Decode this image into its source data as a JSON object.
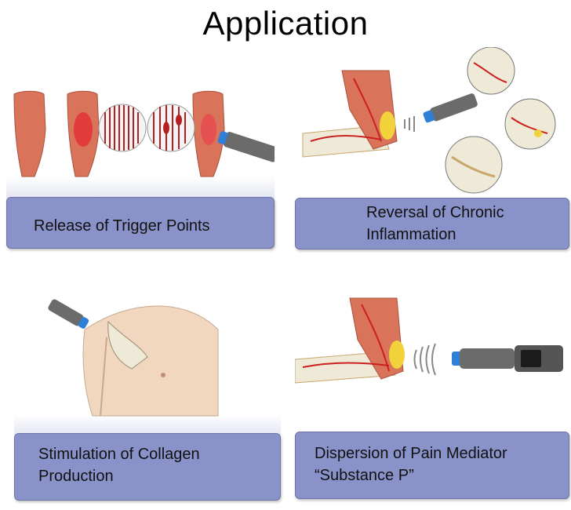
{
  "title": "Application",
  "panels": [
    {
      "caption": "Release of Trigger Points"
    },
    {
      "caption": "Reversal of Chronic\nInflammation"
    },
    {
      "caption": "Stimulation of Collagen\nProduction"
    },
    {
      "caption": "Dispersion of Pain Mediator\n“Substance P”"
    }
  ],
  "colors": {
    "caption_bg": "#8a93c9",
    "muscle": "#d9735a",
    "vessel": "#cc1f1f",
    "bone": "#efe9d8",
    "probe": "#6b6b6b",
    "probe_tip": "#2f7fd6",
    "nerve_yellow": "#f2d23a"
  }
}
